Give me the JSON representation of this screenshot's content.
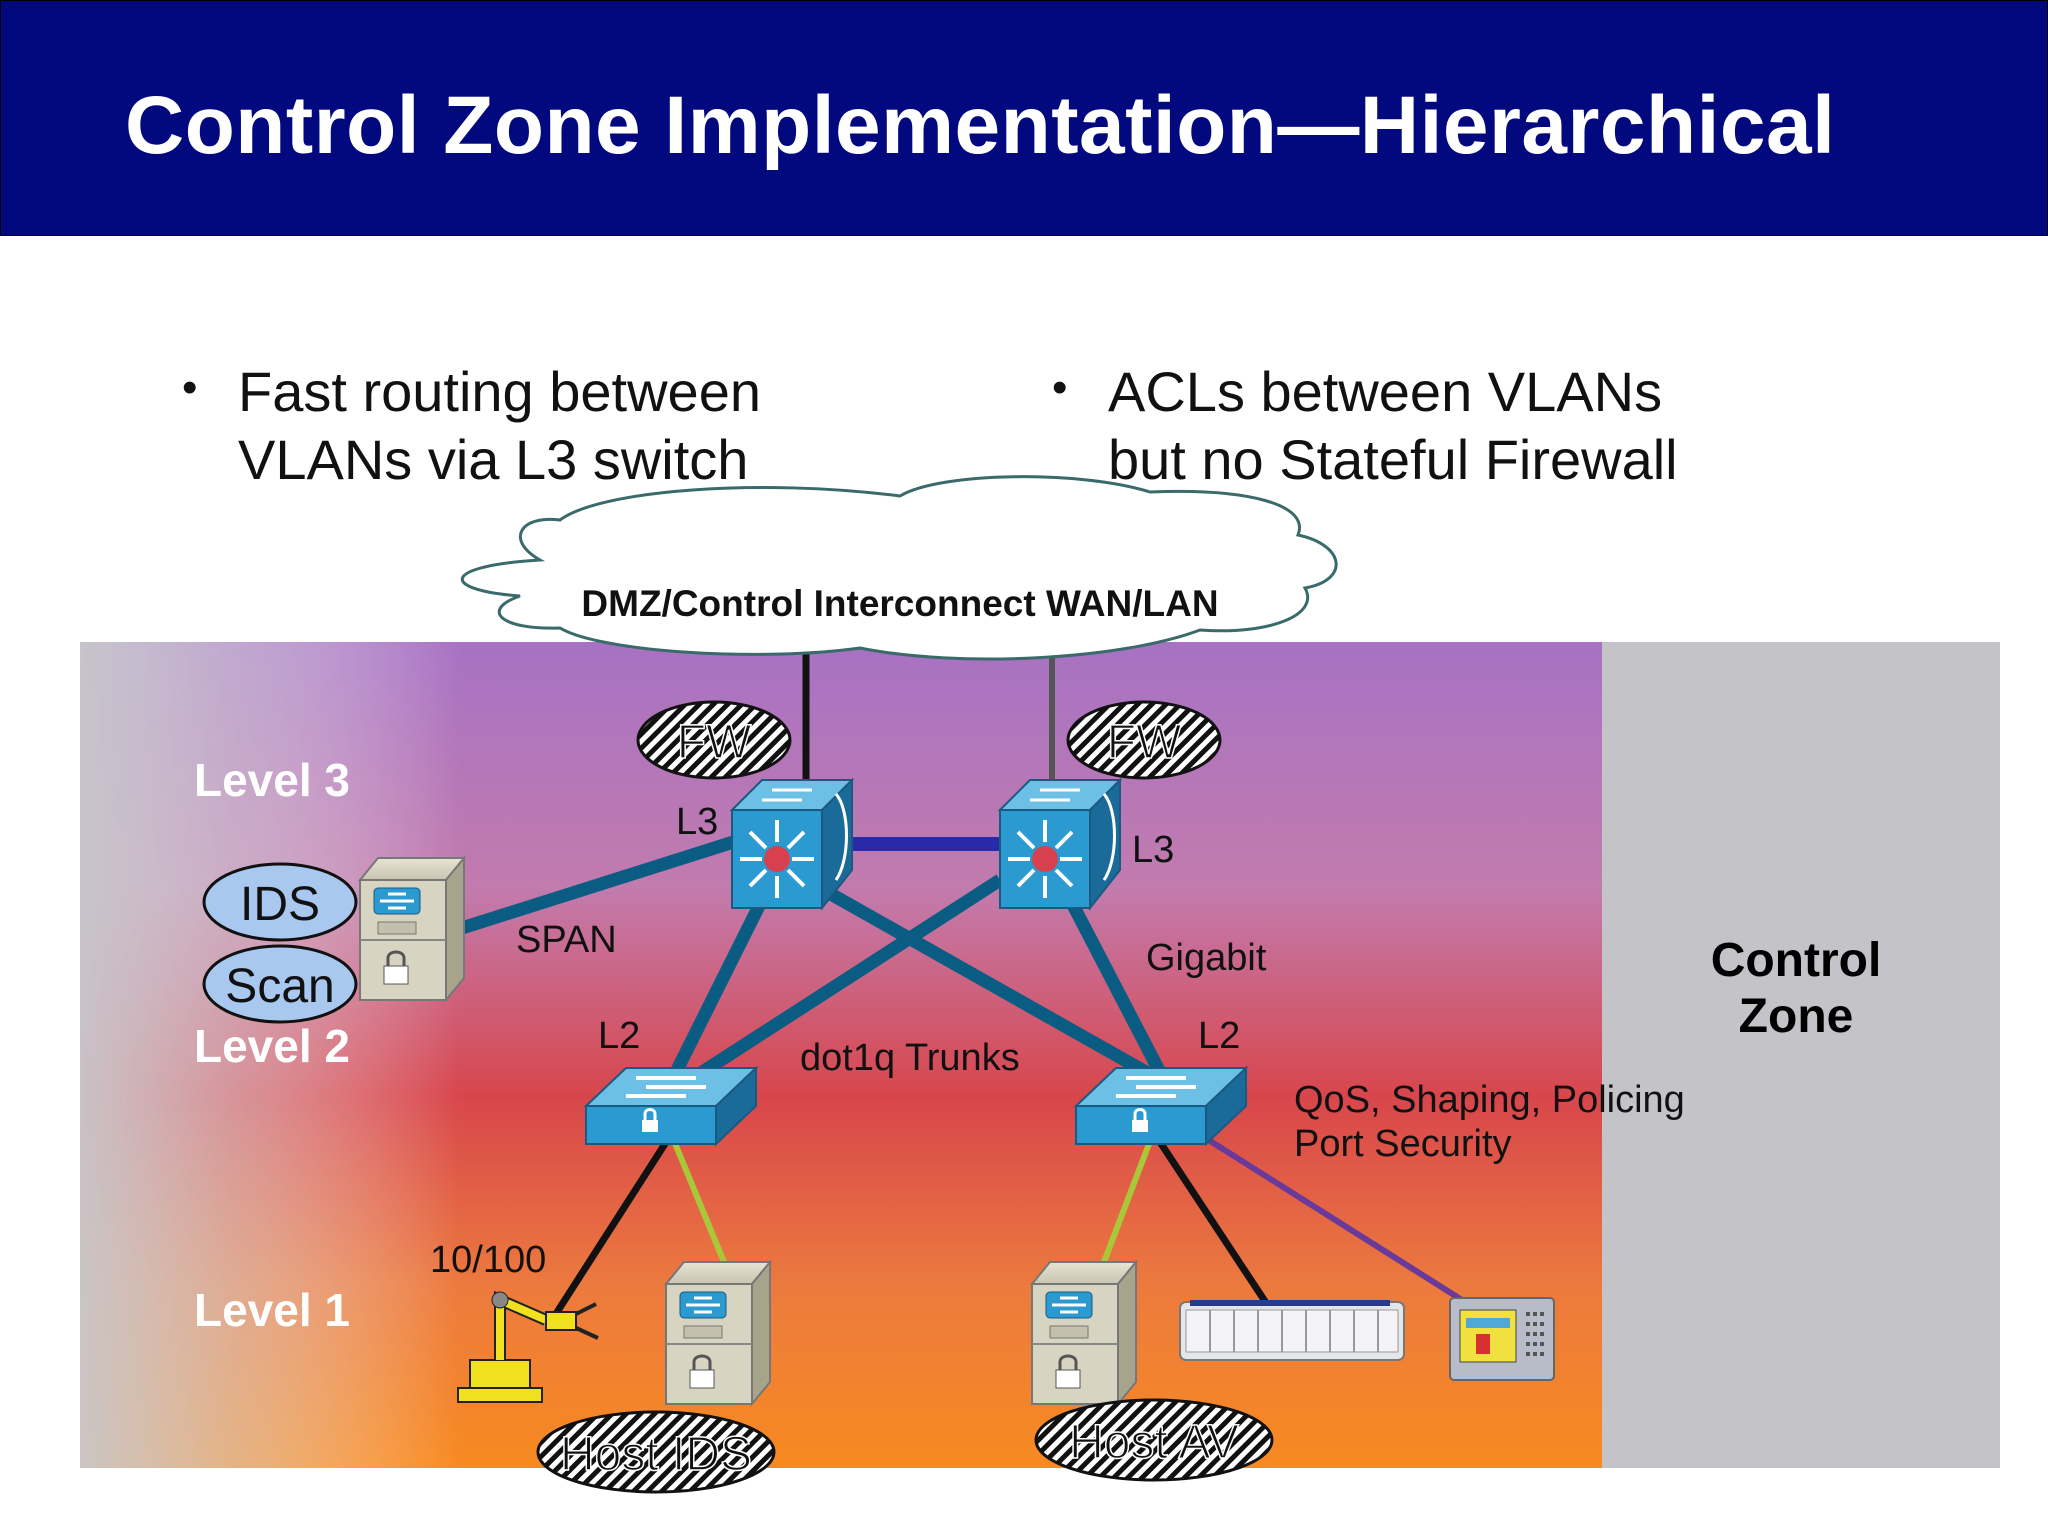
{
  "slide": {
    "title": "Control Zone Implementation—Hierarchical",
    "bullets": [
      {
        "line1": "Fast routing between",
        "line2": "VLANs via L3 switch"
      },
      {
        "line1": "ACLs between VLANs",
        "line2": "but no Stateful Firewall"
      }
    ]
  },
  "diagram": {
    "cloud_label": "DMZ/Control Interconnect WAN/LAN",
    "zone_label_line1": "Control",
    "zone_label_line2": "Zone",
    "levels": [
      "Level 3",
      "Level 2",
      "Level 1"
    ],
    "ids_label": "IDS",
    "scan_label": "Scan",
    "span_label": "SPAN",
    "l3_label": "L3",
    "l2_label": "L2",
    "gigabit_label": "Gigabit",
    "trunks_label": "dot1q Trunks",
    "qos_line1": "QoS, Shaping, Policing",
    "qos_line2": "Port Security",
    "speed_label": "10/100",
    "fw_label": "FW",
    "host_ids_label": "Host IDS",
    "host_av_label": "Host AV",
    "colors": {
      "title_bg": "#02087e",
      "link_blue": "#0a5c82",
      "interlink": "#2a2aa8",
      "access_green": "#a8c83a",
      "hmi_link": "#6a3a9a",
      "switch_blue": "#2a9ad0",
      "zone_gray": "#c4c4c8"
    }
  }
}
